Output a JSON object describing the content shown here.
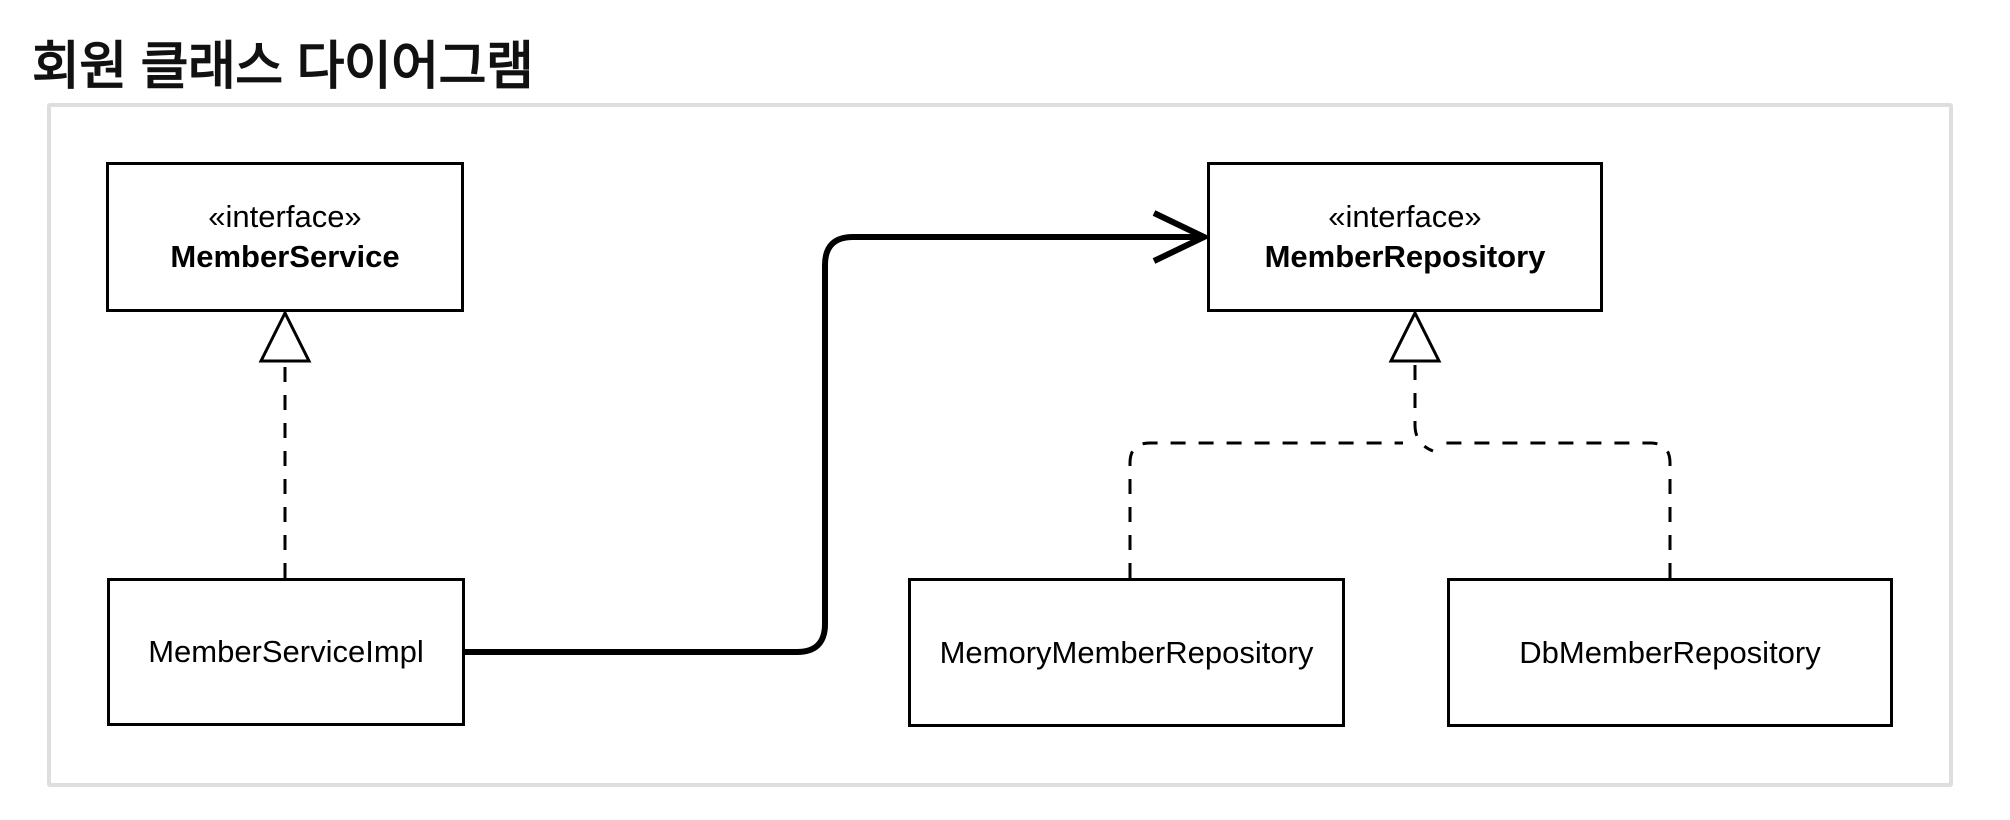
{
  "page": {
    "title": "회원 클래스 다이어그램"
  },
  "diagram": {
    "type": "uml-class-diagram",
    "classes": [
      {
        "id": "member-service",
        "stereotype": "«interface»",
        "name": "MemberService"
      },
      {
        "id": "member-repository",
        "stereotype": "«interface»",
        "name": "MemberRepository"
      },
      {
        "id": "member-service-impl",
        "name": "MemberServiceImpl"
      },
      {
        "id": "memory-member-repository",
        "name": "MemoryMemberRepository"
      },
      {
        "id": "db-member-repository",
        "name": "DbMemberRepository"
      }
    ],
    "relations": [
      {
        "from": "MemberServiceImpl",
        "to": "MemberService",
        "type": "realization",
        "line": "dashed",
        "arrowhead": "hollow-triangle"
      },
      {
        "from": "MemberServiceImpl",
        "to": "MemberRepository",
        "type": "dependency",
        "line": "solid",
        "arrowhead": "open"
      },
      {
        "from": "MemoryMemberRepository",
        "to": "MemberRepository",
        "type": "realization",
        "line": "dashed",
        "arrowhead": "hollow-triangle"
      },
      {
        "from": "DbMemberRepository",
        "to": "MemberRepository",
        "type": "realization",
        "line": "dashed",
        "arrowhead": "hollow-triangle"
      }
    ],
    "colors": {
      "line": "#000000",
      "box_border": "#000000",
      "box_fill": "#ffffff",
      "frame_border": "#dedede",
      "background": "#ffffff",
      "text": "#000000"
    }
  }
}
